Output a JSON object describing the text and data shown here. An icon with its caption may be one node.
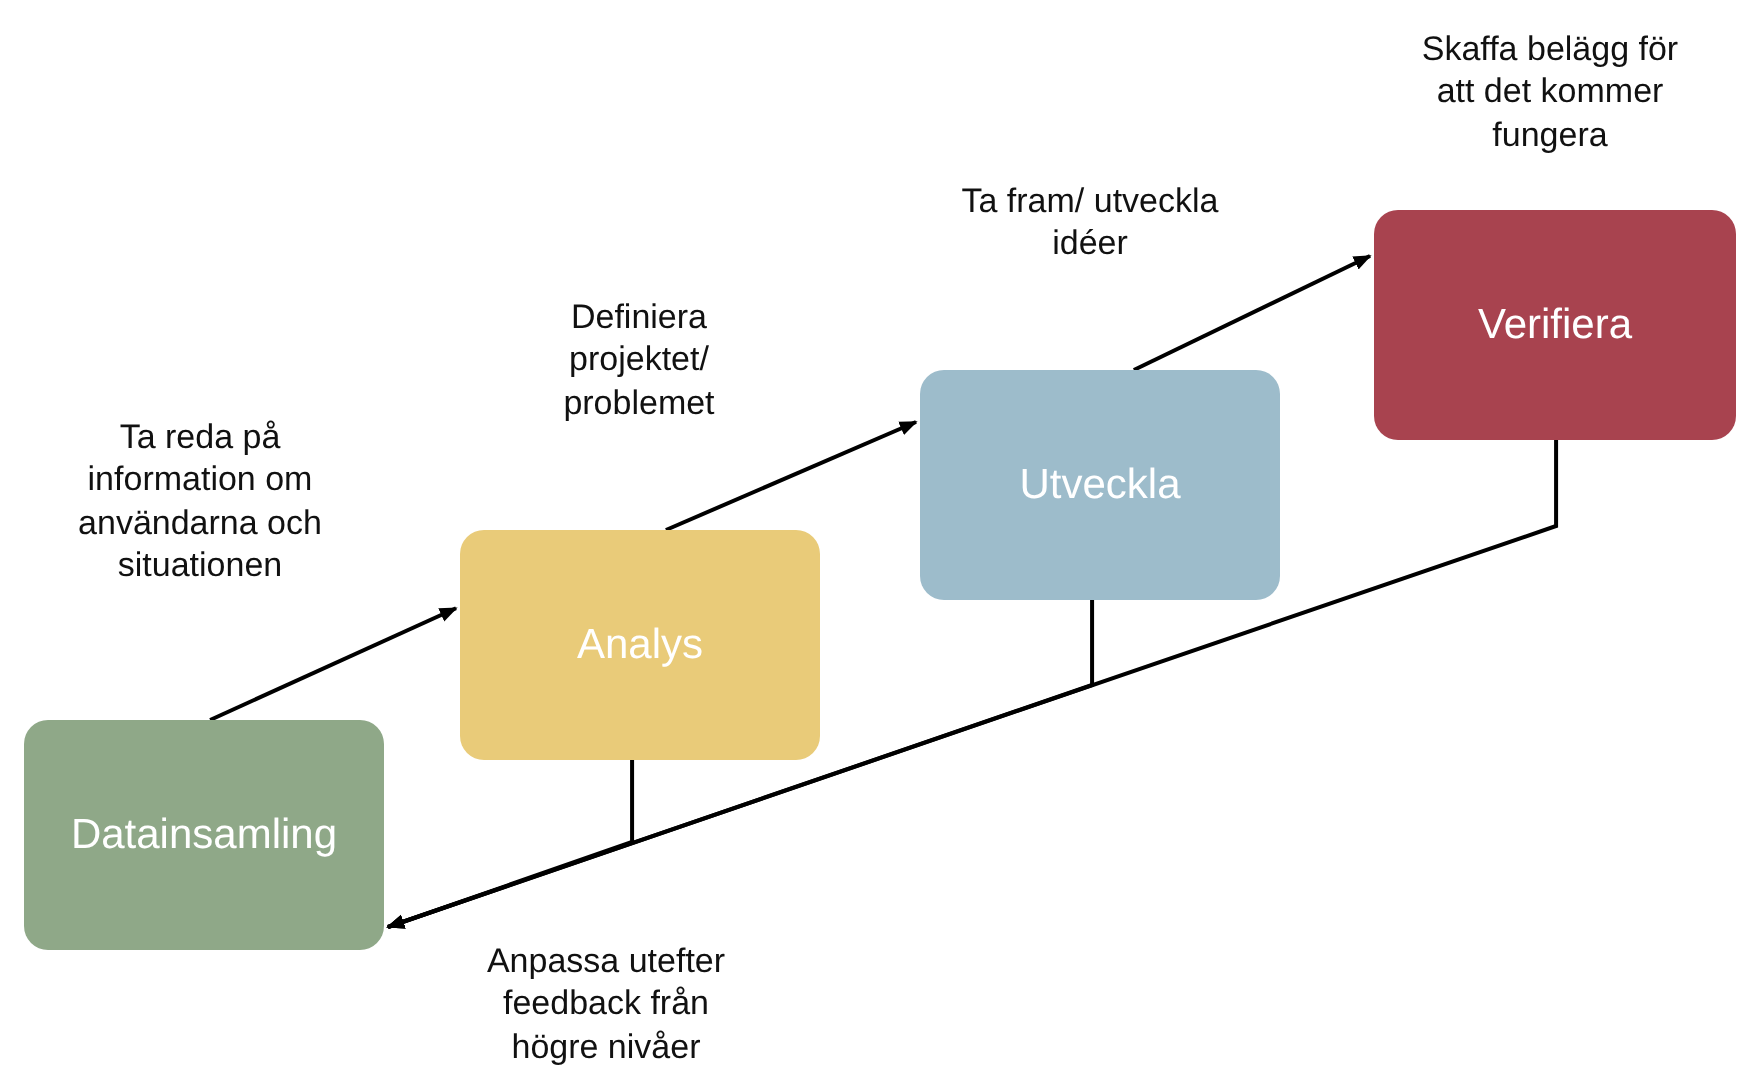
{
  "diagram": {
    "nodes": [
      {
        "text": [
          "Datainsamling"
        ]
      },
      {
        "text": [
          "Analys"
        ]
      },
      {
        "text": [
          "Utveckla"
        ]
      },
      {
        "text": [
          "Verifiera"
        ],
        "beside": [
          "Skaffa belägg för att det kommer fungera"
        ]
      }
    ],
    "edges": [
      {
        "from": 0,
        "to": 1,
        "arrow": "to",
        "label": "Ta reda på information om användarna och situationen"
      },
      {
        "from": 1,
        "to": 2,
        "arrow": "to",
        "label": "Definiera projektet/ problemet"
      },
      {
        "from": 2,
        "to": 3,
        "arrow": "to",
        "label": "Ta fram/ utveckla idéer"
      },
      {
        "from": 3,
        "to": 0,
        "arrow": "to",
        "label": "Anpassa utefter feedback från högre nivåer"
      },
      {
        "from": 2,
        "to": 0,
        "arrow": "to"
      },
      {
        "from": 1,
        "to": 0,
        "arrow": "to"
      }
    ]
  }
}
